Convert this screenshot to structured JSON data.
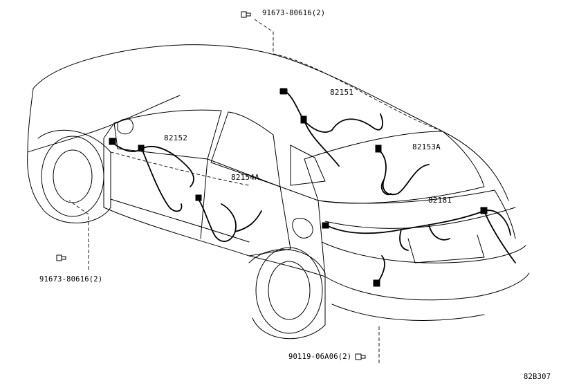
{
  "parts": {
    "harness_roof": "82151",
    "harness_front_door": "82152",
    "harness_trunk_lid": "82153A",
    "harness_rear_door": "82154A",
    "harness_rear_floor": "82181"
  },
  "fasteners": {
    "bolt_top": "91673-80616(2)",
    "bolt_left": "91673-80616(2)",
    "clip_bottom": "90119-06A06(2)"
  },
  "figure_code": "82B307",
  "colors": {
    "line": "#000000",
    "background": "#ffffff"
  }
}
